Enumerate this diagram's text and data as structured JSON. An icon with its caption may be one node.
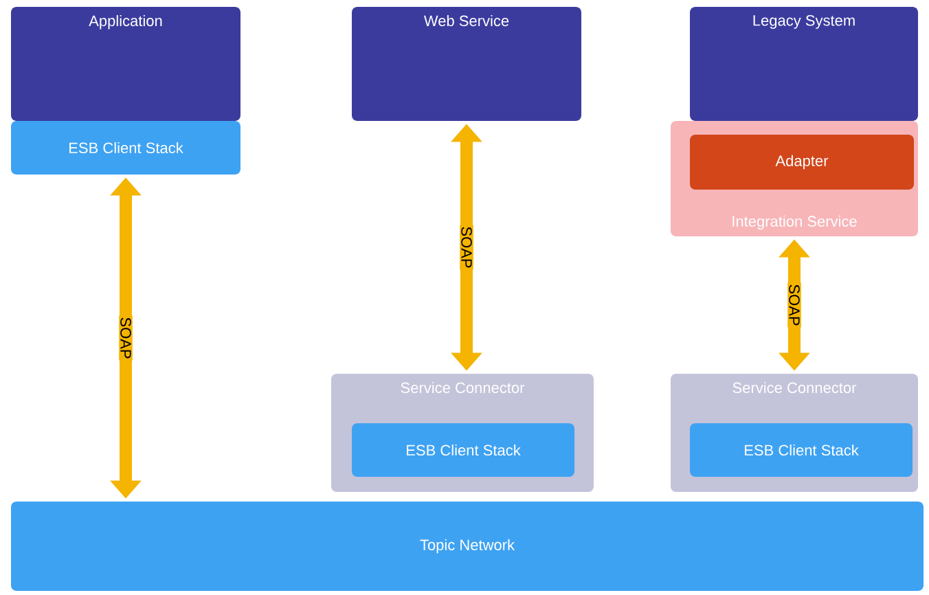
{
  "diagram": {
    "nodes": [
      {
        "text": [
          "Application"
        ]
      },
      {
        "text": [
          "ESB Client Stack"
        ]
      },
      {
        "text": [
          "Web Service"
        ]
      },
      {
        "text": [
          "Legacy System"
        ]
      },
      {
        "text": [
          "Integration Service"
        ]
      },
      {
        "text": [
          "Adapter"
        ],
        "in": 4
      },
      {
        "text": [
          "Service Connector"
        ]
      },
      {
        "text": [
          "ESB Client Stack"
        ],
        "in": 6
      },
      {
        "text": [
          "Service Connector"
        ]
      },
      {
        "text": [
          "ESB Client Stack"
        ],
        "in": 8
      },
      {
        "text": [
          "Topic Network"
        ]
      }
    ],
    "edges": [
      {
        "from": 1,
        "to": 10,
        "arrow": "both",
        "label": "SOAP"
      },
      {
        "from": 2,
        "to": 6,
        "arrow": "both",
        "label": "SOAP"
      },
      {
        "from": 4,
        "to": 8,
        "arrow": "both",
        "label": "SOAP"
      }
    ]
  }
}
